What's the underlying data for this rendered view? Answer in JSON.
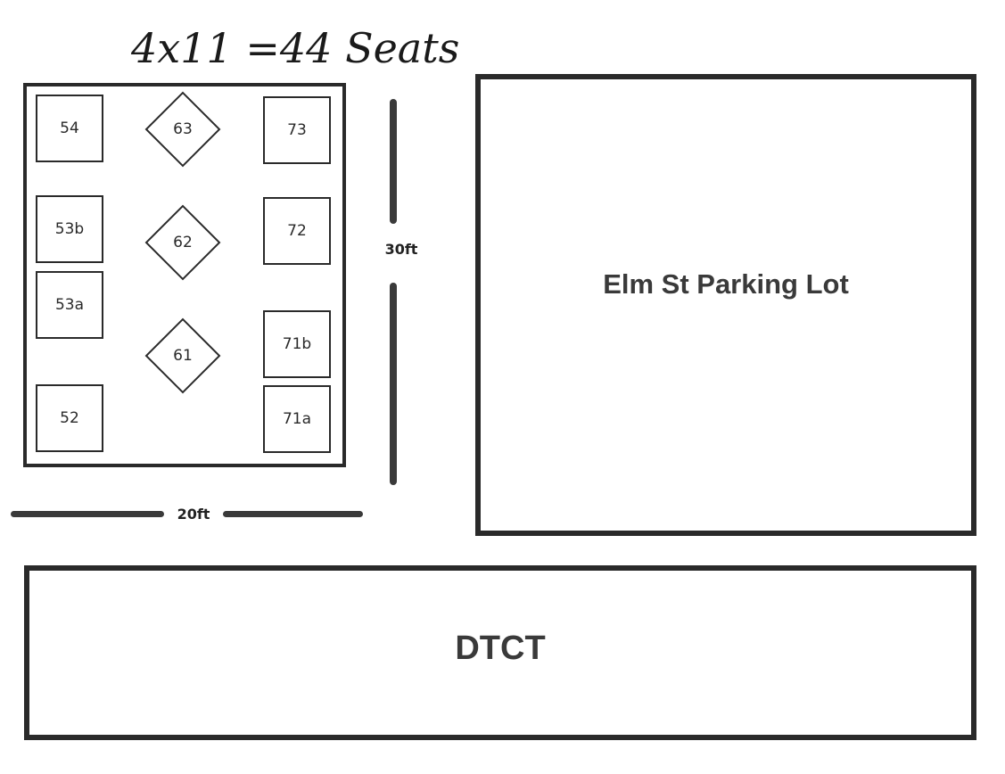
{
  "note": {
    "text": "4x11 =44 Seats"
  },
  "seats": {
    "s54": "54",
    "s53b": "53b",
    "s53a": "53a",
    "s52": "52",
    "s63": "63",
    "s62": "62",
    "s61": "61",
    "s73": "73",
    "s72": "72",
    "s71b": "71b",
    "s71a": "71a"
  },
  "dimensions": {
    "vertical": "30ft",
    "horizontal": "20ft"
  },
  "areas": {
    "parking_lot": "Elm St Parking Lot",
    "dtct": "DTCT"
  },
  "colors": {
    "line": "#2a2a2a",
    "label": "#3a3a3a"
  }
}
